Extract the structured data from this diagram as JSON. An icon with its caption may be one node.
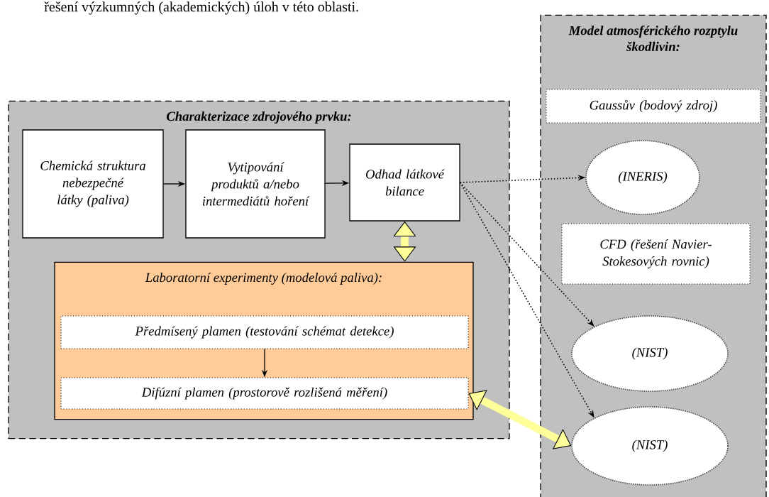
{
  "diagram": {
    "nodes": [
      {
        "text": [
          "Charakterizace zdrojového prvku:"
        ]
      },
      {
        "text": [
          "Chemická struktura nebezpečné látky (paliva)"
        ],
        "in": 0
      },
      {
        "text": [
          "Vytipování produktů a/nebo intermediátů hoření"
        ],
        "in": 0
      },
      {
        "text": [
          "Odhad látkové bilance"
        ],
        "in": 0
      },
      {
        "text": [
          "Laboratorní experimenty (modelová paliva):"
        ],
        "in": 0
      },
      {
        "text": [
          "Předmísený plamen (testování schémat detekce)"
        ],
        "in": 4
      },
      {
        "text": [
          "Difúzní plamen (prostorově rozlišená měření)"
        ],
        "in": 4
      },
      {
        "text": [
          "Model atmosférického rozptylu škodlivin:"
        ]
      },
      {
        "text": [
          "Gaussův (bodový zdroj)"
        ],
        "in": 7
      },
      {
        "text": [
          "(INERIS)"
        ],
        "in": 7
      },
      {
        "text": [
          "CFD (řešení Navier-Stokesových rovnic)"
        ],
        "in": 7
      },
      {
        "text": [
          "(NIST)"
        ],
        "in": 7
      },
      {
        "text": [
          "(NIST)"
        ],
        "in": 7
      }
    ],
    "edges": [
      {
        "from": 1,
        "to": 2,
        "arrow": "to"
      },
      {
        "from": 2,
        "to": 3,
        "arrow": "to"
      },
      {
        "from": 3,
        "to": 4,
        "arrow": "both",
        "style": "thick",
        "color": "#ffff99"
      },
      {
        "from": 5,
        "to": 6,
        "arrow": "to"
      },
      {
        "from": 3,
        "to": 9,
        "arrow": "to",
        "style": "dashed"
      },
      {
        "from": 3,
        "to": 11,
        "arrow": "to",
        "style": "dashed"
      },
      {
        "from": 3,
        "to": 12,
        "arrow": "to",
        "style": "dashed"
      },
      {
        "from": 6,
        "to": 12,
        "arrow": "both",
        "style": "thick",
        "color": "#ffff99"
      }
    ],
    "labels": [
      "řešení výzkumných (akademických) úloh v této oblasti."
    ]
  }
}
